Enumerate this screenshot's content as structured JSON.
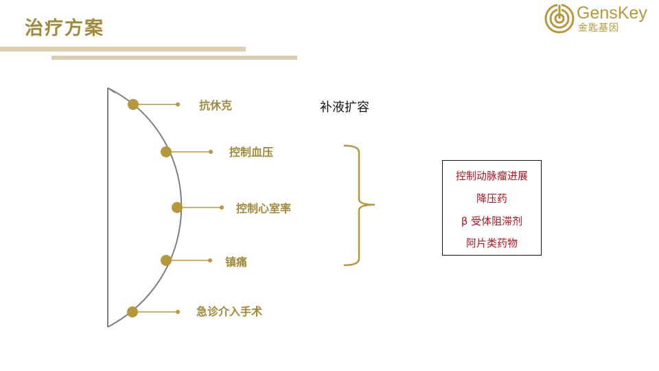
{
  "header": {
    "title": "治疗方案"
  },
  "logo": {
    "text_en": "GensKey",
    "text_cn": "金匙基因"
  },
  "diagram": {
    "items": [
      "抗休克",
      "控制血压",
      "控制心室率",
      "镇痛",
      "急诊介入手术"
    ],
    "side_label": "补液扩容",
    "box_lines": [
      "控制动脉瘤进展",
      "降压药",
      "β 受体阻滞剂",
      "阿片类药物"
    ]
  },
  "colors": {
    "gold": "#a08a3a",
    "light_gold_bar": "#dccfae",
    "dot_gold": "#b8963a",
    "box_text_red": "#b3131b",
    "arc_gray": "#7f7f7f"
  }
}
